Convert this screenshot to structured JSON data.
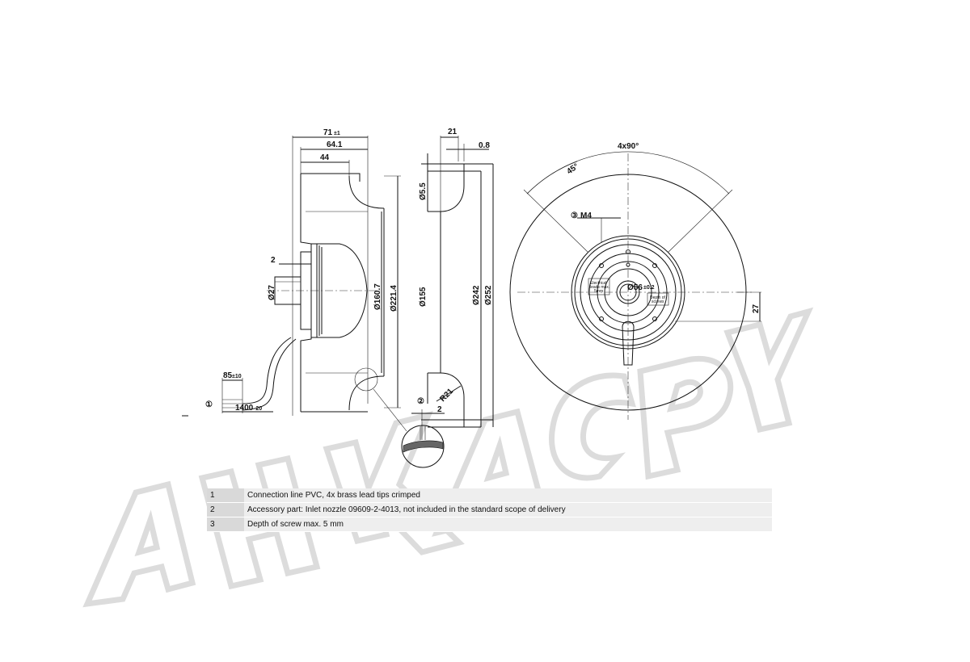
{
  "dimensions": {
    "side_view": {
      "overall_length": "71",
      "overall_length_tol": "±1",
      "length_a": "64.1",
      "length_b": "44",
      "gap": "2",
      "dia_hub": "Ø27",
      "dia_inner": "Ø160.7",
      "dia_outer": "Ø221.4",
      "lead_short": "85",
      "lead_short_tol": "±10",
      "lead_long": "1400",
      "lead_long_tol": "-20"
    },
    "nozzle_view": {
      "width": "21",
      "offset": "0.8",
      "dia_small": "Ø5.5",
      "dia_155": "Ø155",
      "dia_242": "Ø242",
      "dia_252": "Ø252",
      "radius": "R21",
      "detail_dim": "2"
    },
    "front_view": {
      "angle_pattern": "4x90°",
      "angle": "45°",
      "thread": "M4",
      "bore": "Ø56",
      "bore_tol": "±0.2",
      "offset": "27",
      "label_electrical": [
        "Electrical",
        "leads max.",
        "5mm"
      ],
      "label_depth": [
        "Depth of",
        "screws"
      ]
    }
  },
  "callouts": [
    "①",
    "②",
    "③"
  ],
  "watermark": "AHKACPY",
  "notes": [
    {
      "num": "1",
      "text": "Connection line PVC, 4x brass lead tips crimped"
    },
    {
      "num": "2",
      "text": "Accessory part: Inlet nozzle 09609-2-4013, not included in the standard scope of delivery"
    },
    {
      "num": "3",
      "text": "Depth of screw max. 5 mm"
    }
  ],
  "colors": {
    "line": "#111111",
    "watermark": "#dcdcdc",
    "row_num": "#d9d9d9",
    "row_text": "#eeeeee"
  }
}
